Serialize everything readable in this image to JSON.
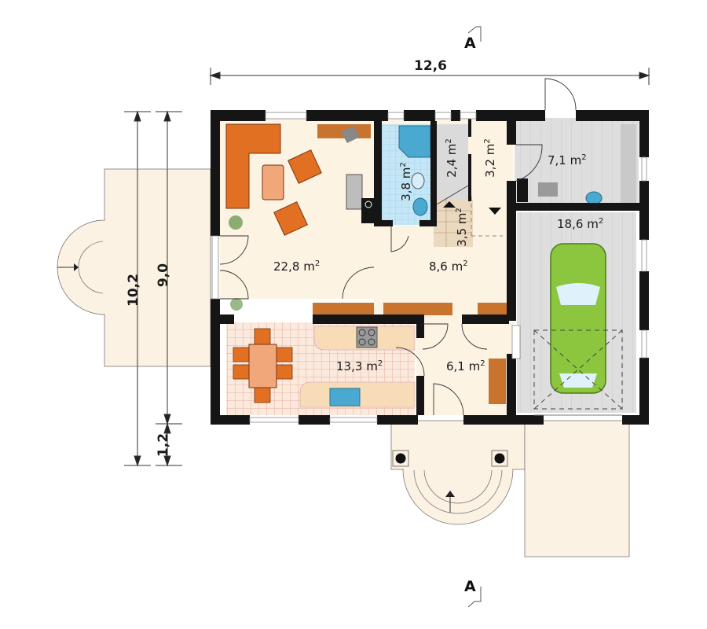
{
  "plan": {
    "type": "ground floor plan",
    "colors": {
      "wall": "#151515",
      "floor_living": "#fdf3e3",
      "floor_bath": "#bde3f5",
      "floor_garage": "#dcdcdc",
      "floor_stairs": "#ead9bf",
      "terrace": "#fcf2e3",
      "furniture": "#e27022",
      "car": "#8cc63f"
    },
    "dimensions": {
      "overall_width": "12,6",
      "overall_depth": "10,2",
      "house_depth": "9,0",
      "porch_depth": "1,2"
    },
    "section_marks": {
      "top": "A",
      "bottom": "A"
    },
    "rooms": [
      {
        "id": "living",
        "area": "22,8",
        "unit": "m",
        "exp": "2"
      },
      {
        "id": "bathroom",
        "area": "3,8",
        "unit": "m",
        "exp": "2"
      },
      {
        "id": "storage",
        "area": "2,4",
        "unit": "m",
        "exp": "2"
      },
      {
        "id": "pantry",
        "area": "3,2",
        "unit": "m",
        "exp": "2"
      },
      {
        "id": "stairs",
        "area": "3,5",
        "unit": "m",
        "exp": "2"
      },
      {
        "id": "hall",
        "area": "8,6",
        "unit": "m",
        "exp": "2"
      },
      {
        "id": "boiler",
        "area": "7,1",
        "unit": "m",
        "exp": "2"
      },
      {
        "id": "garage",
        "area": "18,6",
        "unit": "m",
        "exp": "2"
      },
      {
        "id": "kitchen",
        "area": "13,3",
        "unit": "m",
        "exp": "2"
      },
      {
        "id": "vestibule",
        "area": "6,1",
        "unit": "m",
        "exp": "2"
      }
    ]
  }
}
